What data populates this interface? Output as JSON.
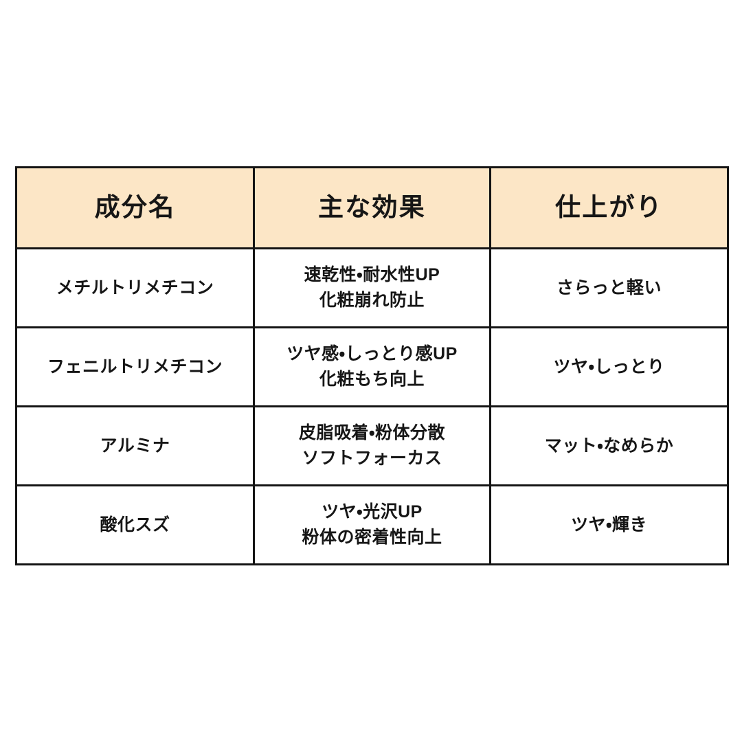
{
  "theme": {
    "page_background": "#ffffff",
    "header_background": "#fce6c6",
    "border_color": "#141414",
    "text_color": "#161616"
  },
  "table": {
    "columns": [
      {
        "key": "name",
        "label": "成分名"
      },
      {
        "key": "effect",
        "label": "主な効果"
      },
      {
        "key": "finish",
        "label": "仕上がり"
      }
    ],
    "rows": [
      {
        "name": "メチルトリメチコン",
        "effect_line1": "速乾性・耐水性UP",
        "effect_line2": "化粧崩れ防止",
        "finish": "さらっと軽い"
      },
      {
        "name": "フェニルトリメチコン",
        "effect_line1": "ツヤ感・しっとり感UP",
        "effect_line2": "化粧もち向上",
        "finish": "ツヤ・しっとり"
      },
      {
        "name": "アルミナ",
        "effect_line1": "皮脂吸着・粉体分散",
        "effect_line2": "ソフトフォーカス",
        "finish": "マット・なめらか"
      },
      {
        "name": "酸化スズ",
        "effect_line1": "ツヤ・光沢UP",
        "effect_line2": "粉体の密着性向上",
        "finish": "ツヤ・輝き"
      }
    ]
  }
}
